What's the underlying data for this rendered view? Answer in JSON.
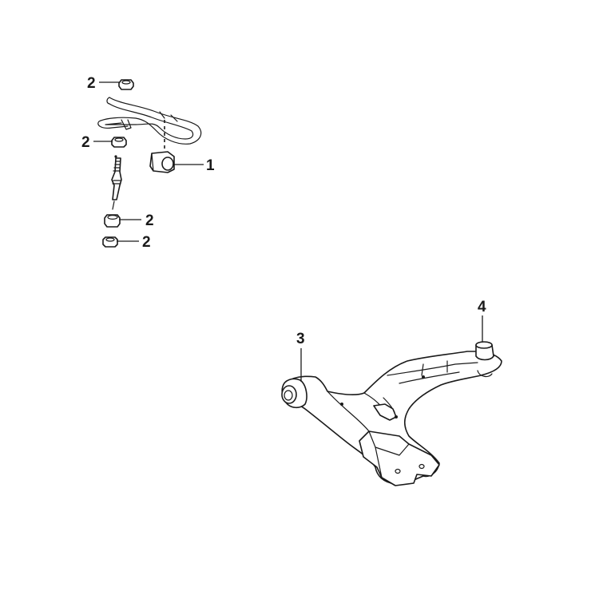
{
  "callouts": {
    "c1": "1",
    "c2a": "2",
    "c2b": "2",
    "c2c": "2",
    "c2d": "2",
    "c3": "3",
    "c4": "4"
  },
  "colors": {
    "ink": "#1a1a1a",
    "background": "#ffffff"
  }
}
